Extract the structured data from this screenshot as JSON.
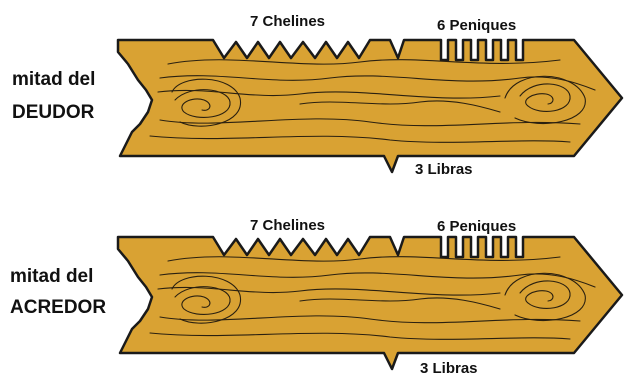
{
  "colors": {
    "wood": "#D9A233",
    "outline": "#1A1A1A",
    "text": "#111111",
    "background": "#FFFFFF"
  },
  "sticks": [
    {
      "side_label_line1": "mitad del",
      "side_label_line2": "DEUDOR",
      "notch_large_label": "7 Chelines",
      "notch_small_label": "6 Peniques",
      "notch_bottom_label": "3 Libras"
    },
    {
      "side_label_line1": "mitad del",
      "side_label_line2": "ACREDOR",
      "notch_large_label": "7 Chelines",
      "notch_small_label": "6 Peniques",
      "notch_bottom_label": "3 Libras"
    }
  ]
}
